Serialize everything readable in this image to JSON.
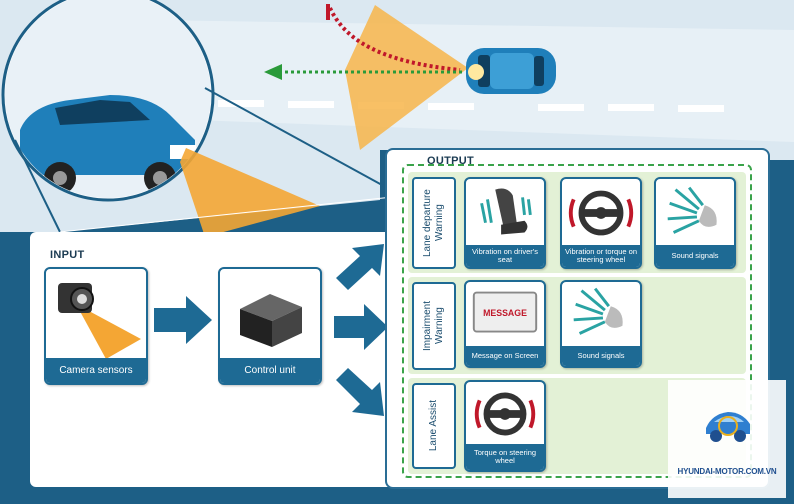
{
  "input": {
    "title": "INPUT",
    "camera_caption": "Camera sensors",
    "control_caption": "Control unit"
  },
  "output": {
    "title": "OUTPUT",
    "rows": [
      {
        "label": "Lane departure Warning",
        "items": [
          "Vibration on driver's seat",
          "Vibration or torque on steering wheel",
          "Sound signals"
        ]
      },
      {
        "label": "Impairment Warning",
        "items": [
          "Message on Screen",
          "Sound signals"
        ]
      },
      {
        "label": "Lane Assist",
        "items": [
          "Torque on steering wheel"
        ]
      }
    ],
    "screen_message": "MESSAGE"
  },
  "watermark": {
    "text": "HYUNDAI-MOTOR.COM.VN"
  },
  "colors": {
    "panel_blue": "#1e6a94",
    "background_blue": "#1d5f86",
    "road": "#dde9f1",
    "sensor_beam": "#f4a634",
    "dashed_green": "#3aa34a",
    "row_green": "#e3f1d6"
  }
}
